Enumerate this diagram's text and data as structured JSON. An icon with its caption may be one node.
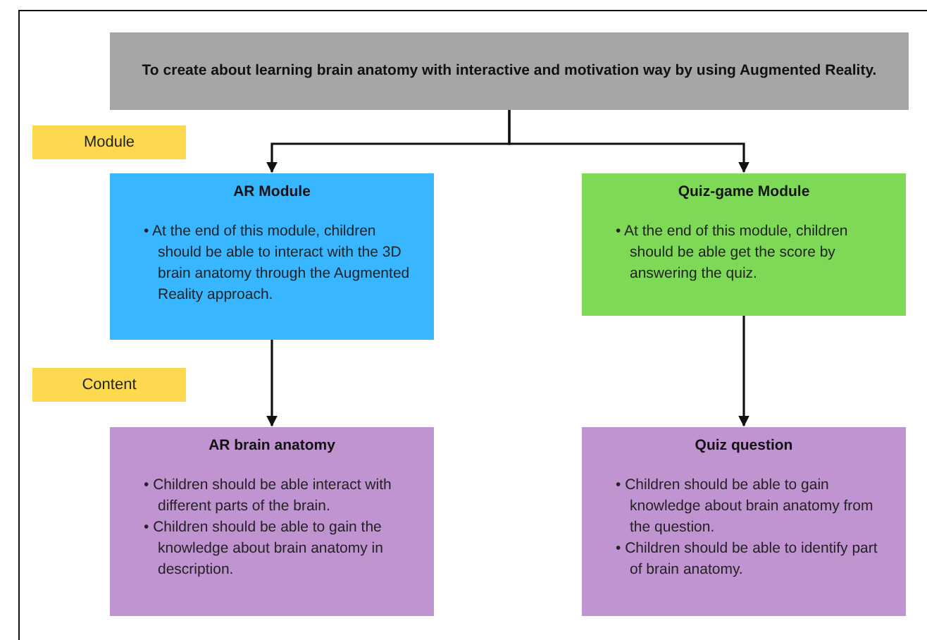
{
  "diagram": {
    "nodes": [
      {
        "text": [
          "To create about learning brain anatomy with interactive and motivation way by using Augmented Reality."
        ]
      },
      {
        "text": [
          "Module"
        ]
      },
      {
        "text": [
          "AR Module",
          "• At the end of this module, children should be able to interact with the 3D brain anatomy through the Augmented Reality approach."
        ]
      },
      {
        "text": [
          "Quiz-game Module",
          "• At the end of this module, children should be able get the score by answering the quiz."
        ]
      },
      {
        "text": [
          "Content"
        ]
      },
      {
        "text": [
          "AR brain anatomy",
          "• Children should be able interact with different parts of the brain.",
          "• Children should be able to gain the knowledge about brain anatomy in description."
        ]
      },
      {
        "text": [
          "Quiz question",
          "• Children should be able to gain knowledge about brain anatomy from the question.",
          "• Children should be able to identify part of brain anatomy."
        ]
      }
    ],
    "edges": [
      {
        "from": 0,
        "to": 2,
        "arrow": "to"
      },
      {
        "from": 0,
        "to": 3,
        "arrow": "to"
      },
      {
        "from": 2,
        "to": 5,
        "arrow": "to"
      },
      {
        "from": 3,
        "to": 6,
        "arrow": "to"
      }
    ]
  }
}
